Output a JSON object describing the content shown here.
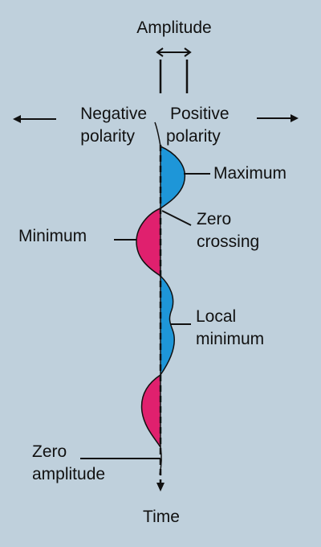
{
  "labels": {
    "amplitude": "Amplitude",
    "negative_line1": "Negative",
    "negative_line2": "polarity",
    "positive_line1": "Positive",
    "positive_line2": "polarity",
    "maximum": "Maximum",
    "minimum": "Minimum",
    "zero_crossing_line1": "Zero",
    "zero_crossing_line2": "crossing",
    "local_min_line1": "Local",
    "local_min_line2": "minimum",
    "zero_amp_line1": "Zero",
    "zero_amp_line2": "amplitude",
    "time": "Time"
  },
  "colors": {
    "background": "#bfd0dc",
    "positive_fill": "#1e96d8",
    "negative_fill": "#e0206e",
    "stroke": "#111111"
  }
}
